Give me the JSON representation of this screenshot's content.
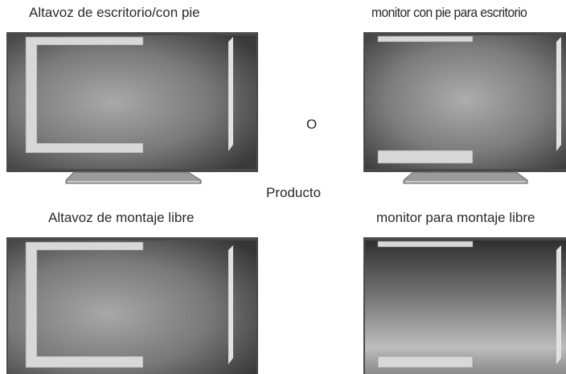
{
  "captions": {
    "desk_speaker": "Altavoz de escritorio/con pie",
    "desk_monitor": "monitor con pie para escritorio",
    "wall_speaker": "Altavoz de montaje libre",
    "wall_monitor": "monitor para montaje libre"
  },
  "center": {
    "or_label": "O",
    "product_label": "Producto"
  },
  "colors": {
    "screen_dark": "#3a3a3a",
    "screen_light": "#a9a9a9",
    "frame": "#4a4a4a",
    "highlight": "#d8d8d8"
  }
}
